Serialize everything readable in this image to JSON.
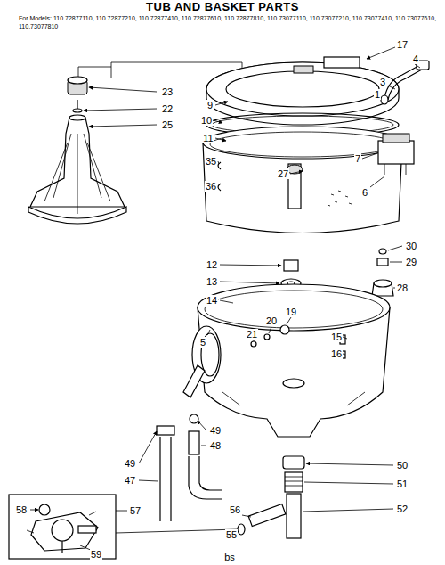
{
  "diagram": {
    "title": "TUB AND BASKET PARTS",
    "labels": [
      "For Models: 110.72877110, 110.72877210, 110.72877410, 110.72877610, 110.72877810, 110.73077110, 110.73077210, 110.73077410, 110.73077610, 110.73077810",
      "17",
      "4",
      "3",
      "1",
      "9",
      "10",
      "11",
      "35",
      "36",
      "27",
      "7",
      "6",
      "23",
      "22",
      "25",
      "30",
      "29",
      "28",
      "12",
      "13",
      "14",
      "5",
      "19",
      "20",
      "21",
      "15",
      "16",
      "49",
      "48",
      "49",
      "47",
      "50",
      "51",
      "52",
      "58",
      "57",
      "56",
      "55",
      "59",
      "bs"
    ]
  }
}
